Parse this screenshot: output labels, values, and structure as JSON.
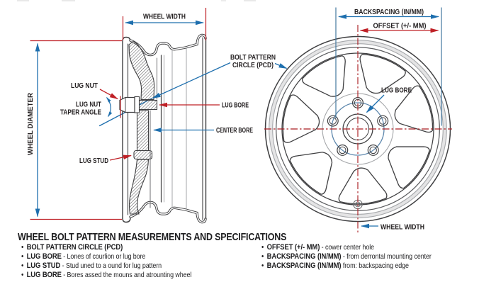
{
  "palette": {
    "blue": "#1e6fae",
    "steel_blue": "#44789f",
    "red": "#bf2026",
    "crosshair_red": "#ab1e23",
    "ink": "#231f20",
    "line_dark": "#414042",
    "line_gray": "#a7a9ac"
  },
  "section_view": {
    "wheel_width_label": "WHEEL WIDTH",
    "wheel_diameter_label": "WHEEL DIAMETER",
    "lug_nut_label": "LUG NUT",
    "lug_nut_taper_line1": "LUG NUT",
    "lug_nut_taper_line2": "TAPER ANGLE",
    "lug_stud_label": "LUG STUD",
    "bolt_pattern_line1": "BOLT PATTERN",
    "bolt_pattern_line2": "CIRCLE (PCD)",
    "lug_bore_label": "LUG BORE",
    "center_bore_label": "CENTER BORE"
  },
  "front_view": {
    "backspacing_label": "BACKSPACING (IN/MM)",
    "offset_label": "OFFSET (+/- MM)",
    "lug_bore_label": "LUG BORE",
    "wheel_width_label": "WHEEL WIDTH"
  },
  "specs": {
    "title": "WHEEL BOLT PATTERN MEASUREMENTS AND SPECIFICATIONS",
    "bullet": "•",
    "left": [
      {
        "term": "BOLT PATTERN CIRCLE (PCD)",
        "desc": ""
      },
      {
        "term": "LUG BORE",
        "desc": " - Lones of courlion or lug bore"
      },
      {
        "term": "LUG STUD",
        "desc": " - Stud uned to a ound for lug pattern"
      },
      {
        "term": "LUG BORE",
        "desc": " - Bores assed the mouns and atrounting wheel"
      }
    ],
    "right": [
      {
        "term": "OFFSET (+/- MM)",
        "desc": " - cower center hole"
      },
      {
        "term": "BACKSPACING (IN/MM)",
        "desc": " - from derrontal mounting center"
      },
      {
        "term": "BACKSPACING (IN/MM)",
        "desc": " from: backspacing edge"
      }
    ]
  }
}
